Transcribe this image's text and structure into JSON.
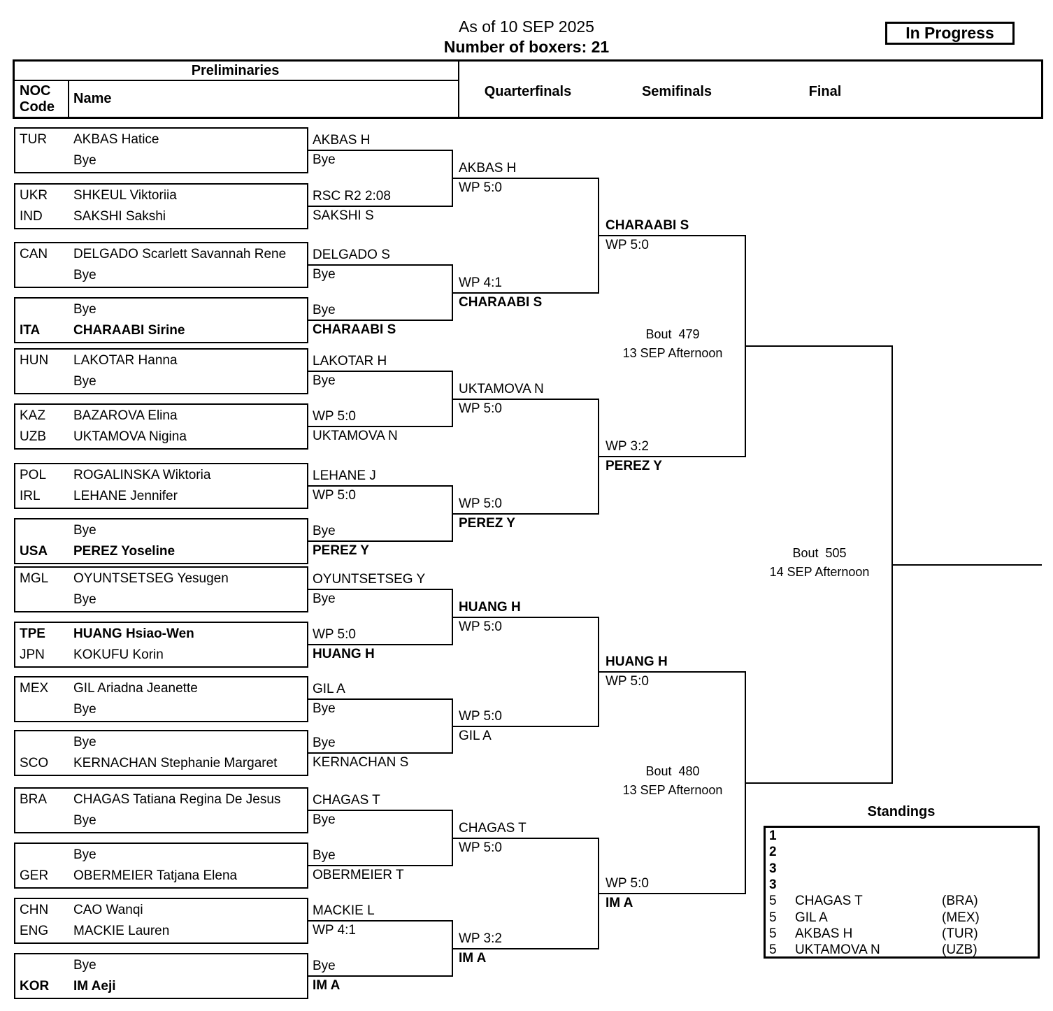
{
  "meta": {
    "as_of": "As of 10 SEP 2025",
    "boxer_count": "Number of boxers: 21",
    "status": "In Progress"
  },
  "headers": {
    "preliminaries": "Preliminaries",
    "noc_top": "NOC",
    "noc_bottom": "Code",
    "name": "Name",
    "quarterfinals": "Quarterfinals",
    "semifinals": "Semifinals",
    "final": "Final"
  },
  "pairs": [
    {
      "rows": [
        {
          "noc": "TUR",
          "name": "AKBAS Hatice",
          "bold": false
        },
        {
          "noc": "",
          "name": "Bye",
          "bold": false
        }
      ]
    },
    {
      "rows": [
        {
          "noc": "UKR",
          "name": "SHKEUL Viktoriia",
          "bold": false
        },
        {
          "noc": "IND",
          "name": "SAKSHI Sakshi",
          "bold": false
        }
      ]
    },
    {
      "rows": [
        {
          "noc": "CAN",
          "name": "DELGADO Scarlett Savannah Rene",
          "bold": false
        },
        {
          "noc": "",
          "name": "Bye",
          "bold": false
        }
      ]
    },
    {
      "rows": [
        {
          "noc": "",
          "name": "Bye",
          "bold": false
        },
        {
          "noc": "ITA",
          "name": "CHARAABI Sirine",
          "bold": true
        }
      ]
    },
    {
      "rows": [
        {
          "noc": "HUN",
          "name": "LAKOTAR Hanna",
          "bold": false
        },
        {
          "noc": "",
          "name": "Bye",
          "bold": false
        }
      ]
    },
    {
      "rows": [
        {
          "noc": "KAZ",
          "name": "BAZAROVA Elina",
          "bold": false
        },
        {
          "noc": "UZB",
          "name": "UKTAMOVA Nigina",
          "bold": false
        }
      ]
    },
    {
      "rows": [
        {
          "noc": "POL",
          "name": "ROGALINSKA Wiktoria",
          "bold": false
        },
        {
          "noc": "IRL",
          "name": "LEHANE Jennifer",
          "bold": false
        }
      ]
    },
    {
      "rows": [
        {
          "noc": "",
          "name": "Bye",
          "bold": false
        },
        {
          "noc": "USA",
          "name": "PEREZ Yoseline",
          "bold": true
        }
      ]
    },
    {
      "rows": [
        {
          "noc": "MGL",
          "name": "OYUNTSETSEG Yesugen",
          "bold": false
        },
        {
          "noc": "",
          "name": "Bye",
          "bold": false
        }
      ]
    },
    {
      "rows": [
        {
          "noc": "TPE",
          "name": "HUANG Hsiao-Wen",
          "bold": true
        },
        {
          "noc": "JPN",
          "name": "KOKUFU Korin",
          "bold": false
        }
      ]
    },
    {
      "rows": [
        {
          "noc": "MEX",
          "name": "GIL Ariadna Jeanette",
          "bold": false
        },
        {
          "noc": "",
          "name": "Bye",
          "bold": false
        }
      ]
    },
    {
      "rows": [
        {
          "noc": "",
          "name": "Bye",
          "bold": false
        },
        {
          "noc": "SCO",
          "name": "KERNACHAN Stephanie Margaret",
          "bold": false
        }
      ]
    },
    {
      "rows": [
        {
          "noc": "BRA",
          "name": "CHAGAS Tatiana Regina De Jesus",
          "bold": false
        },
        {
          "noc": "",
          "name": "Bye",
          "bold": false
        }
      ]
    },
    {
      "rows": [
        {
          "noc": "",
          "name": "Bye",
          "bold": false
        },
        {
          "noc": "GER",
          "name": "OBERMEIER Tatjana Elena",
          "bold": false
        }
      ]
    },
    {
      "rows": [
        {
          "noc": "CHN",
          "name": "CAO Wanqi",
          "bold": false
        },
        {
          "noc": "ENG",
          "name": "MACKIE Lauren",
          "bold": false
        }
      ]
    },
    {
      "rows": [
        {
          "noc": "",
          "name": "Bye",
          "bold": false
        },
        {
          "noc": "KOR",
          "name": "IM Aeji",
          "bold": true
        }
      ]
    }
  ],
  "prelim_results": [
    {
      "above": "AKBAS H",
      "below": "Bye",
      "bold_above": false,
      "bold_below": false
    },
    {
      "above": "RSC R2 2:08",
      "below": "SAKSHI S",
      "bold_above": false,
      "bold_below": false
    },
    {
      "above": "DELGADO S",
      "below": "Bye",
      "bold_above": false,
      "bold_below": false
    },
    {
      "above": "Bye",
      "below": "CHARAABI S",
      "bold_above": false,
      "bold_below": true
    },
    {
      "above": "LAKOTAR H",
      "below": "Bye",
      "bold_above": false,
      "bold_below": false
    },
    {
      "above": "WP 5:0",
      "below": "UKTAMOVA N",
      "bold_above": false,
      "bold_below": false
    },
    {
      "above": "LEHANE J",
      "below": "WP 5:0",
      "bold_above": false,
      "bold_below": false
    },
    {
      "above": "Bye",
      "below": "PEREZ Y",
      "bold_above": false,
      "bold_below": true
    },
    {
      "above": "OYUNTSETSEG Y",
      "below": "Bye",
      "bold_above": false,
      "bold_below": false
    },
    {
      "above": "WP 5:0",
      "below": "HUANG H",
      "bold_above": false,
      "bold_below": true
    },
    {
      "above": "GIL A",
      "below": "Bye",
      "bold_above": false,
      "bold_below": false
    },
    {
      "above": "Bye",
      "below": "KERNACHAN S",
      "bold_above": false,
      "bold_below": false
    },
    {
      "above": "CHAGAS T",
      "below": "Bye",
      "bold_above": false,
      "bold_below": false
    },
    {
      "above": "Bye",
      "below": "OBERMEIER T",
      "bold_above": false,
      "bold_below": false
    },
    {
      "above": "MACKIE L",
      "below": "WP 4:1",
      "bold_above": false,
      "bold_below": false
    },
    {
      "above": "Bye",
      "below": "IM A",
      "bold_above": false,
      "bold_below": true
    }
  ],
  "qf_entries": [
    {
      "above": "AKBAS H",
      "below": "WP 5:0",
      "bold_above": false,
      "bold_below": false
    },
    {
      "above": "WP 4:1",
      "below": "CHARAABI S",
      "bold_above": false,
      "bold_below": true
    },
    {
      "above": "UKTAMOVA N",
      "below": "WP 5:0",
      "bold_above": false,
      "bold_below": false
    },
    {
      "above": "WP 5:0",
      "below": "PEREZ Y",
      "bold_above": false,
      "bold_below": true
    },
    {
      "above": "HUANG H",
      "below": "WP 5:0",
      "bold_above": true,
      "bold_below": false
    },
    {
      "above": "WP 5:0",
      "below": "GIL A",
      "bold_above": false,
      "bold_below": false
    },
    {
      "above": "CHAGAS T",
      "below": "WP 5:0",
      "bold_above": false,
      "bold_below": false
    },
    {
      "above": "WP 3:2",
      "below": "IM A",
      "bold_above": false,
      "bold_below": true
    }
  ],
  "sf_entries": [
    {
      "above": "CHARAABI S",
      "below": "WP 5:0",
      "bold_above": true,
      "bold_below": false
    },
    {
      "above": "WP 3:2",
      "below": "PEREZ Y",
      "bold_above": false,
      "bold_below": true
    },
    {
      "above": "HUANG H",
      "below": "WP 5:0",
      "bold_above": true,
      "bold_below": false
    },
    {
      "above": "WP 5:0",
      "below": "IM A",
      "bold_above": false,
      "bold_below": true
    }
  ],
  "bouts": [
    {
      "label": "Bout  479",
      "schedule": "13 SEP Afternoon"
    },
    {
      "label": "Bout  480",
      "schedule": "13 SEP Afternoon"
    },
    {
      "label": "Bout  505",
      "schedule": "14 SEP Afternoon"
    }
  ],
  "standings": {
    "title": "Standings",
    "rows": [
      {
        "rank": "1",
        "name": "",
        "noc": "",
        "bold_rank": true
      },
      {
        "rank": "2",
        "name": "",
        "noc": "",
        "bold_rank": true
      },
      {
        "rank": "3",
        "name": "",
        "noc": "",
        "bold_rank": true
      },
      {
        "rank": "3",
        "name": "",
        "noc": "",
        "bold_rank": true
      },
      {
        "rank": "5",
        "name": "CHAGAS T",
        "noc": "(BRA)",
        "bold_rank": false
      },
      {
        "rank": "5",
        "name": "GIL A",
        "noc": "(MEX)",
        "bold_rank": false
      },
      {
        "rank": "5",
        "name": "AKBAS H",
        "noc": "(TUR)",
        "bold_rank": false
      },
      {
        "rank": "5",
        "name": "UKTAMOVA N",
        "noc": "(UZB)",
        "bold_rank": false
      }
    ]
  }
}
